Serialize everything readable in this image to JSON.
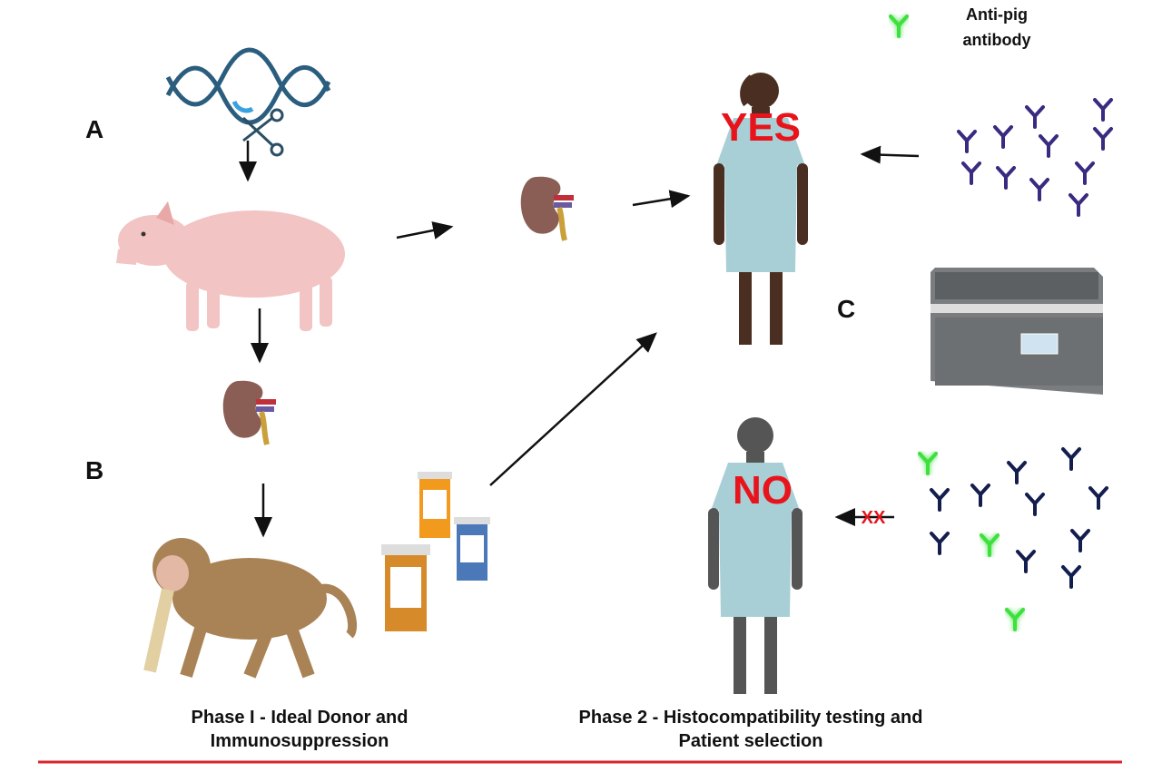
{
  "labels": {
    "a": "A",
    "b": "B",
    "c": "C"
  },
  "legend": {
    "line1": "Anti-pig",
    "line2": "antibody"
  },
  "patient_yes": {
    "text": "YES"
  },
  "patient_no": {
    "text": "NO",
    "blocked": "XX"
  },
  "captions": {
    "phase1_line1": "Phase I - Ideal Donor and",
    "phase1_line2": "Immunosuppression",
    "phase2_line1": "Phase 2 - Histocompatibility testing and",
    "phase2_line2": "Patient selection"
  },
  "colors": {
    "accent": "#e8141c",
    "antibody_dark": "#2b1f5e",
    "antibody_green": "#3ee03e",
    "gown": "#a9cfd6",
    "pig": "#f2c4c4",
    "kidney": "#8a5e55"
  }
}
